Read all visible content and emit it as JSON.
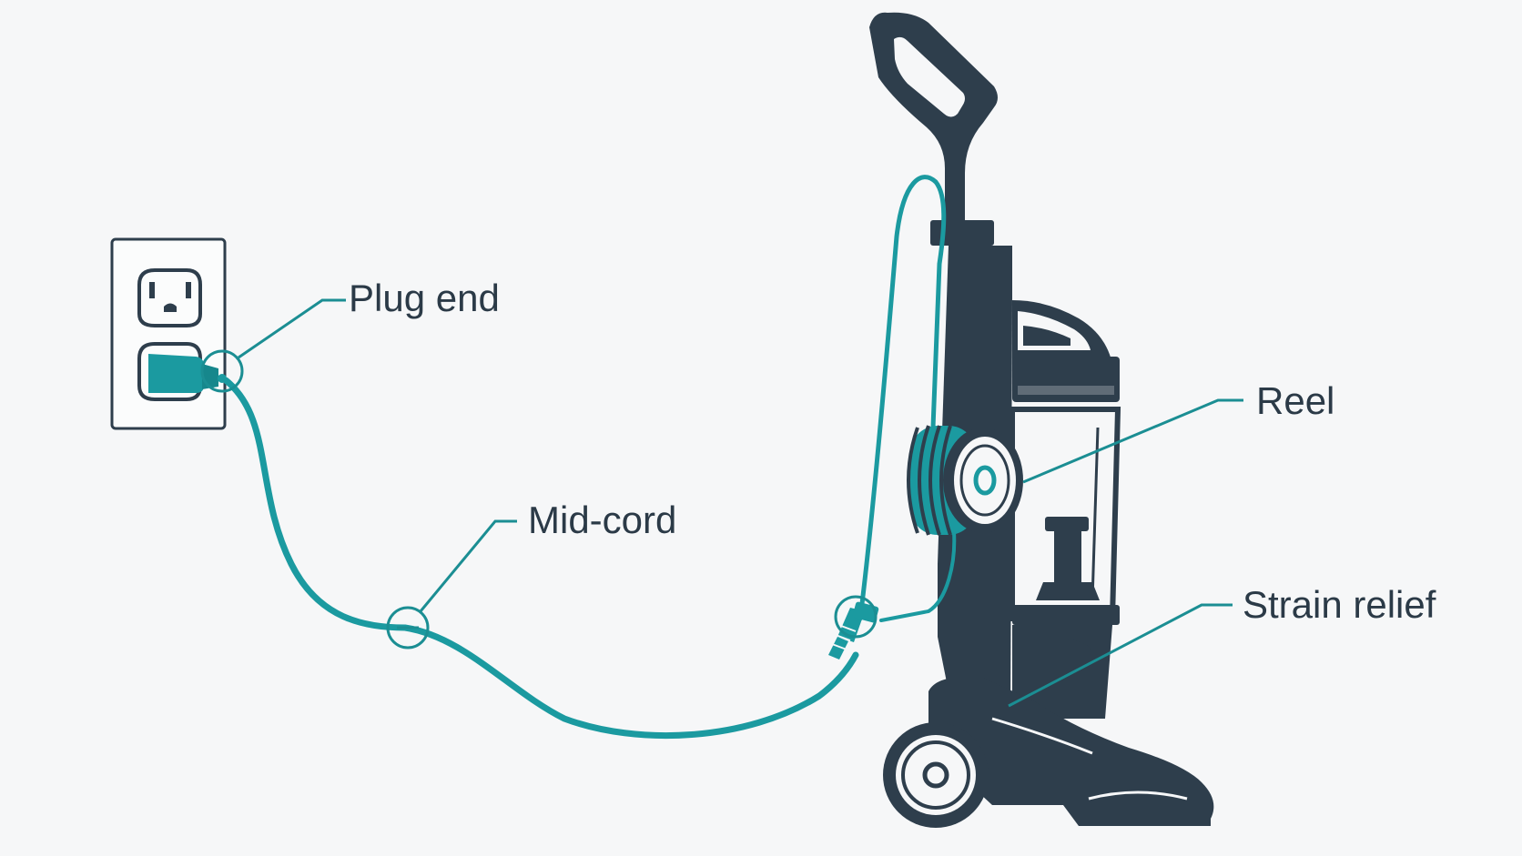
{
  "colors": {
    "background": "#f6f7f8",
    "cord": "#1b9aa0",
    "callout": "#1b8e93",
    "appliance": "#2e3e4c",
    "text": "#2b3a47"
  },
  "callouts": {
    "plug_end": "Plug end",
    "mid_cord": "Mid-cord",
    "reel": "Reel",
    "strain_relief": "Strain relief"
  }
}
